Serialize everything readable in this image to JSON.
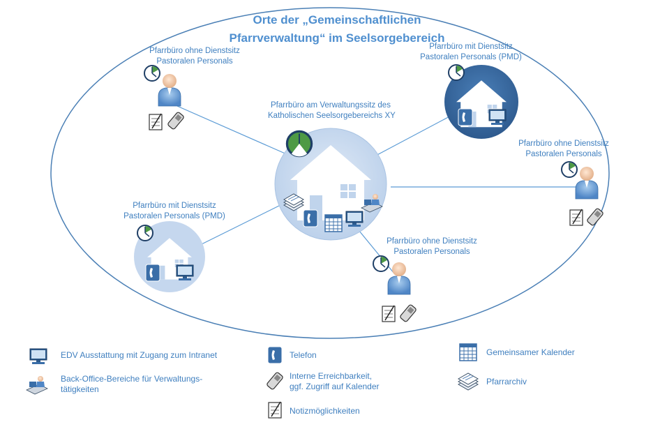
{
  "title": {
    "line1": "Orte der „Gemeinschaftlichen",
    "line2": "Pfarrverwaltung“ im Seelsorgebereich"
  },
  "colors": {
    "accent": "#4a7fb5",
    "dark_circle": "#3b6aa0",
    "light_circle": "#c5d7ee",
    "line": "#5b9bd5",
    "text": "#3f7fbf"
  },
  "nodes": {
    "center": {
      "line1": "Pfarrbüro am Verwaltungssitz des",
      "line2": "Katholischen Seelsorgebereichs XY"
    },
    "top_left": {
      "line1": "Pfarrbüro ohne Dienstsitz",
      "line2": "Pastoralen Personals"
    },
    "top_right": {
      "line1": "Pfarrbüro mit Dienstsitz",
      "line2": "Pastoralen Personals (PMD)"
    },
    "right": {
      "line1": "Pfarrbüro ohne Dienstsitz",
      "line2": "Pastoralen Personals"
    },
    "left": {
      "line1": "Pfarrbüro mit Dienstsitz",
      "line2": "Pastoralen Personals (PMD)"
    },
    "bottom": {
      "line1": "Pfarrbüro ohne Dienstsitz",
      "line2": "Pastoralen Personals"
    }
  },
  "legend": {
    "edv": {
      "icon": "computer-icon",
      "text": "EDV Ausstattung mit Zugang zum Intranet"
    },
    "backoffice": {
      "icon": "office-worker-icon",
      "line1": "Back-Office-Bereiche für Verwaltungs-",
      "line2": "tätigkeiten"
    },
    "telefon": {
      "icon": "phone-icon",
      "text": "Telefon"
    },
    "intern": {
      "icon": "mobile-phone-icon",
      "line1": "Interne Erreichbarkeit,",
      "line2": "ggf. Zugriff auf Kalender"
    },
    "notiz": {
      "icon": "notepad-icon",
      "text": "Notizmöglichkeiten"
    },
    "kalender": {
      "icon": "calendar-icon",
      "text": "Gemeinsamer Kalender"
    },
    "archiv": {
      "icon": "archive-stack-icon",
      "text": "Pfarrarchiv"
    }
  }
}
